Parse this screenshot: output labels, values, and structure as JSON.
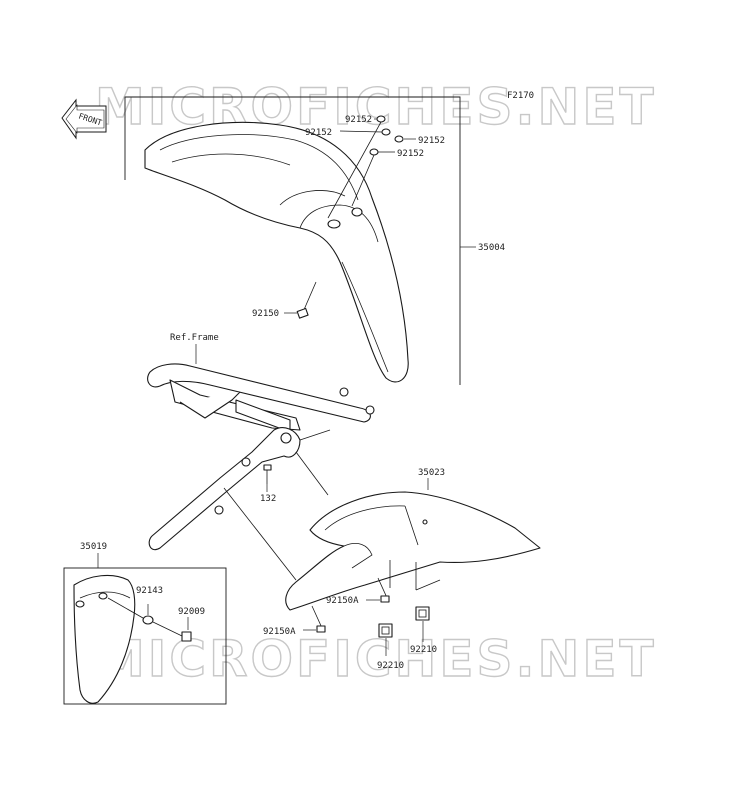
{
  "diagram": {
    "code": "F2170",
    "front_tag": "FRONT",
    "watermark": "MICROFICHES.NET",
    "ref_frame": "Ref.Frame",
    "parts": {
      "front_fender": "35004",
      "washer_a": "92152",
      "washer_b": "92152",
      "washer_c": "92152",
      "washer_d": "92152",
      "bolt_front": "92150",
      "bolt_frame": "132",
      "rear_fender": "35023",
      "bolt_rear_a": "92150A",
      "bolt_rear_b": "92150A",
      "pad_a": "92210",
      "pad_b": "92210",
      "mud_flap": "35019",
      "collar": "92143",
      "bolt_flap": "92009"
    }
  }
}
